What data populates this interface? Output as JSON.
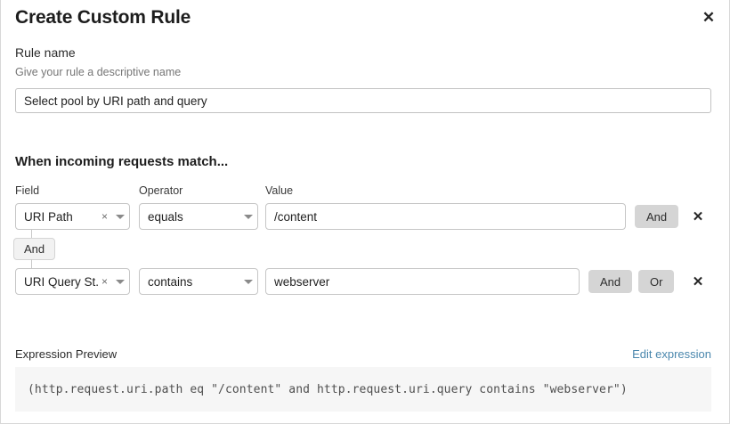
{
  "dialog": {
    "title": "Create Custom Rule",
    "close_label": "✕"
  },
  "rule_name": {
    "label": "Rule name",
    "help": "Give your rule a descriptive name",
    "value": "Select pool by URI path and query",
    "placeholder": "Select pool by URI path and query"
  },
  "conditions": {
    "heading": "When incoming requests match...",
    "columns": {
      "field": "Field",
      "operator": "Operator",
      "value": "Value"
    },
    "connector": {
      "label": "And"
    },
    "rows": [
      {
        "field": "URI Path",
        "field_clear": "×",
        "operator": "equals",
        "value": "/content",
        "and_label": "And",
        "delete_label": "✕"
      },
      {
        "field": "URI Query St...",
        "field_clear": "×",
        "operator": "contains",
        "value": "webserver",
        "and_label": "And",
        "or_label": "Or",
        "delete_label": "✕"
      }
    ]
  },
  "expression": {
    "label": "Expression Preview",
    "edit_link": "Edit expression",
    "code": "(http.request.uri.path eq \"/content\" and http.request.uri.query contains \"webserver\")"
  },
  "colors": {
    "link": "#4a87ad",
    "logic_button_bg": "#d5d5d5",
    "connector_bg": "#f2f2f2",
    "expression_bg": "#f6f6f6",
    "border": "#c6c6c6"
  }
}
